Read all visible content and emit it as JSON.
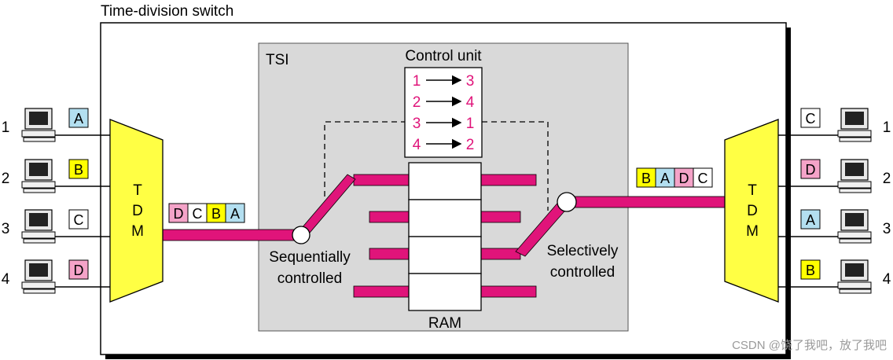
{
  "title": "Time-division switch",
  "tsi_label": "TSI",
  "control_unit": {
    "label": "Control unit",
    "mappings": [
      {
        "from": "1",
        "to": "3"
      },
      {
        "from": "2",
        "to": "4"
      },
      {
        "from": "3",
        "to": "1"
      },
      {
        "from": "4",
        "to": "2"
      }
    ]
  },
  "ram_label": "RAM",
  "left_mux": {
    "letters": [
      "T",
      "D",
      "M"
    ]
  },
  "right_mux": {
    "letters": [
      "T",
      "D",
      "M"
    ]
  },
  "sequential_label": {
    "line1": "Sequentially",
    "line2": "controlled"
  },
  "selective_label": {
    "line1": "Selectively",
    "line2": "controlled"
  },
  "inputs": [
    {
      "num": "1",
      "letter": "A"
    },
    {
      "num": "2",
      "letter": "B"
    },
    {
      "num": "3",
      "letter": "C"
    },
    {
      "num": "4",
      "letter": "D"
    }
  ],
  "outputs": [
    {
      "num": "1",
      "letter": "C"
    },
    {
      "num": "2",
      "letter": "D"
    },
    {
      "num": "3",
      "letter": "A"
    },
    {
      "num": "4",
      "letter": "B"
    }
  ],
  "left_frame": [
    "D",
    "C",
    "B",
    "A"
  ],
  "right_frame": [
    "B",
    "A",
    "D",
    "C"
  ],
  "letter_colors": {
    "A": "#b3dff0",
    "B": "#ffff00",
    "C": "#ffffff",
    "D": "#f4a3c8"
  },
  "colors": {
    "mux": "#ffff44",
    "bus": "#e0147a",
    "tsi_bg": "#d9d9d9"
  },
  "watermark": "CSDN @饶了我吧，放了我吧"
}
